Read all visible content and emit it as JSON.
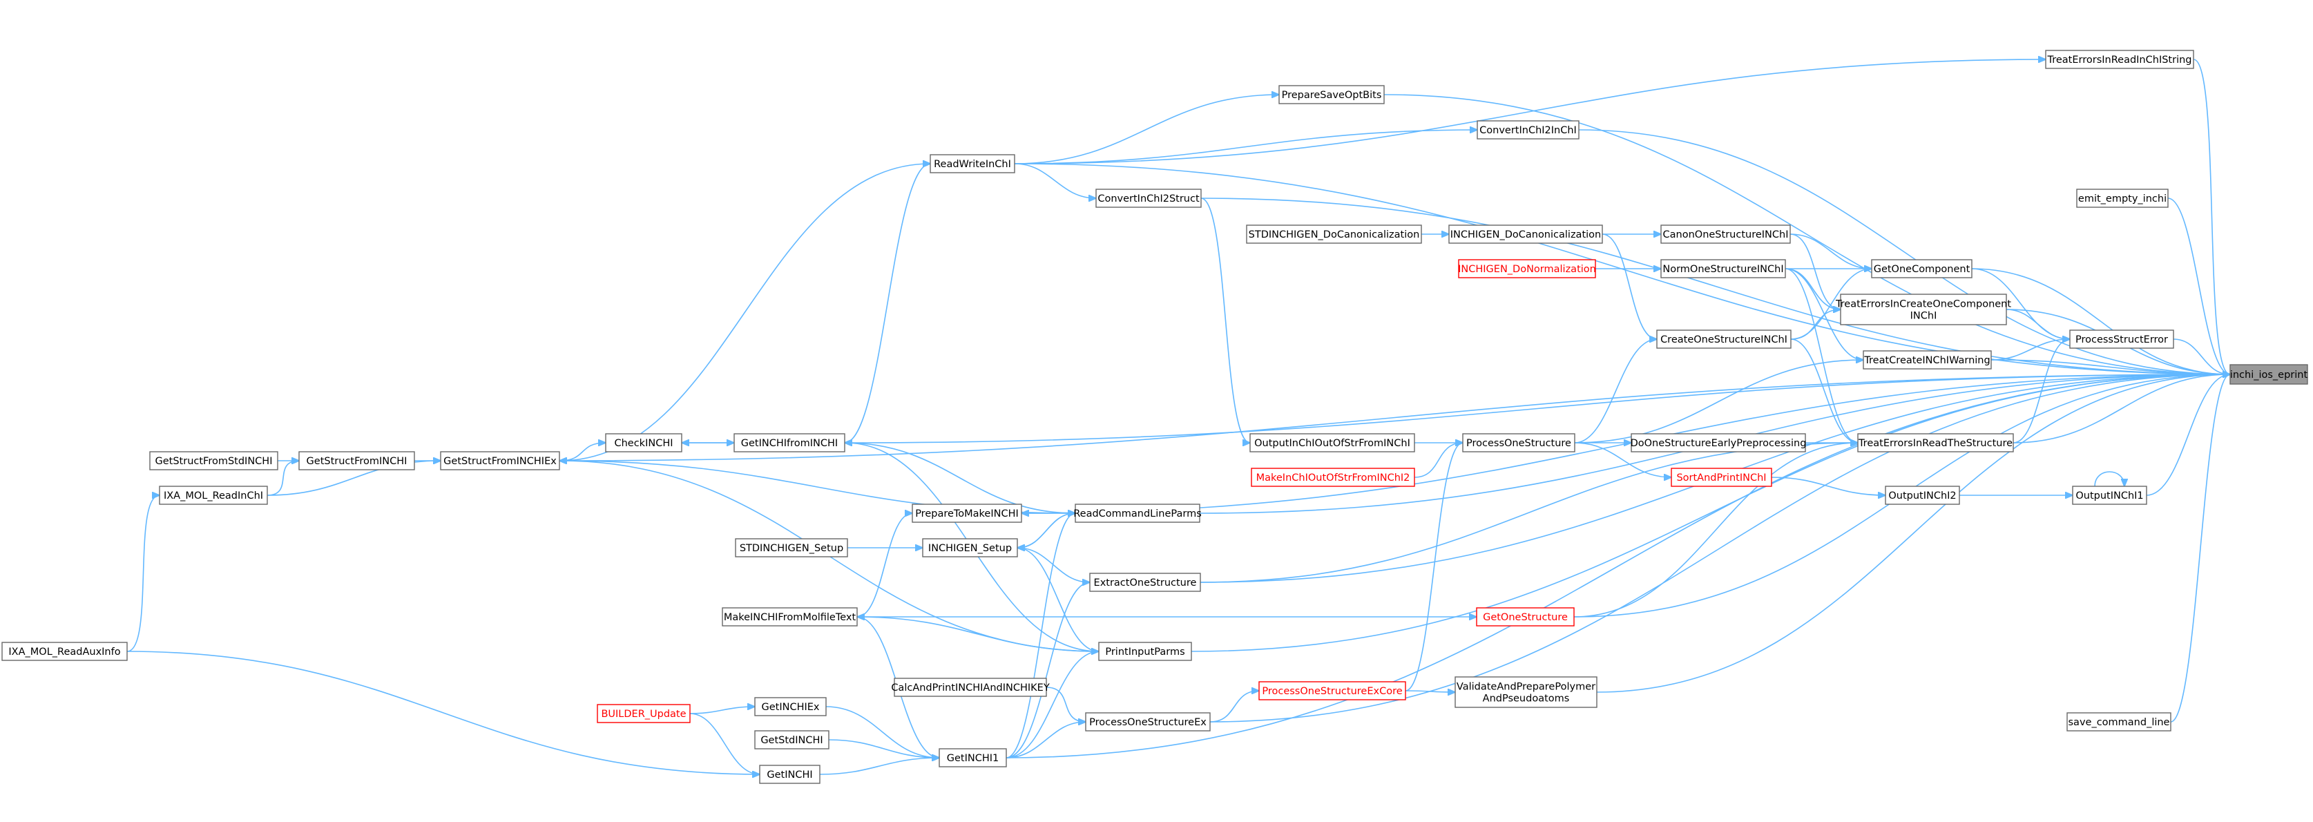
{
  "nodes": [
    {
      "id": "n_focus",
      "lines": [
        "inchi_ios_eprint"
      ],
      "style": "focus"
    },
    {
      "id": "n_treat_read_str",
      "lines": [
        "TreatErrorsInReadInChIString"
      ],
      "style": "normal"
    },
    {
      "id": "n_prep_save",
      "lines": [
        "PrepareSaveOptBits"
      ],
      "style": "normal"
    },
    {
      "id": "n_convert_inchi2inchi",
      "lines": [
        "ConvertInChI2InChI"
      ],
      "style": "normal"
    },
    {
      "id": "n_readwrite",
      "lines": [
        "ReadWriteInChI"
      ],
      "style": "normal"
    },
    {
      "id": "n_convert_inchi2struct",
      "lines": [
        "ConvertInChI2Struct"
      ],
      "style": "normal"
    },
    {
      "id": "n_emit_empty",
      "lines": [
        "emit_empty_inchi"
      ],
      "style": "normal"
    },
    {
      "id": "n_std_docanon",
      "lines": [
        "STDINCHIGEN_DoCanonicalization"
      ],
      "style": "normal"
    },
    {
      "id": "n_inchigen_docanon",
      "lines": [
        "INCHIGEN_DoCanonicalization"
      ],
      "style": "normal"
    },
    {
      "id": "n_canon_one",
      "lines": [
        "CanonOneStructureINChI"
      ],
      "style": "normal"
    },
    {
      "id": "n_inchigen_donorm",
      "lines": [
        "INCHIGEN_DoNormalization"
      ],
      "style": "red"
    },
    {
      "id": "n_norm_one",
      "lines": [
        "NormOneStructureINChI"
      ],
      "style": "normal"
    },
    {
      "id": "n_get_one_comp",
      "lines": [
        "GetOneComponent"
      ],
      "style": "normal"
    },
    {
      "id": "n_treat_create_comp",
      "lines": [
        "TreatErrorsInCreateOneComponent",
        "INChI"
      ],
      "style": "normal"
    },
    {
      "id": "n_create_one",
      "lines": [
        "CreateOneStructureINChI"
      ],
      "style": "normal"
    },
    {
      "id": "n_process_struct_err",
      "lines": [
        "ProcessStructError"
      ],
      "style": "normal"
    },
    {
      "id": "n_treat_create_warn",
      "lines": [
        "TreatCreateINChIWarning"
      ],
      "style": "normal"
    },
    {
      "id": "n_check_inchi",
      "lines": [
        "CheckINCHI"
      ],
      "style": "normal"
    },
    {
      "id": "n_get_inchi_from_inchi",
      "lines": [
        "GetINCHIfromINCHI"
      ],
      "style": "normal"
    },
    {
      "id": "n_get_struct_std",
      "lines": [
        "GetStructFromStdINCHI"
      ],
      "style": "normal"
    },
    {
      "id": "n_get_struct_inchi",
      "lines": [
        "GetStructFromINCHI"
      ],
      "style": "normal"
    },
    {
      "id": "n_get_struct_inchiex",
      "lines": [
        "GetStructFromINCHIEx"
      ],
      "style": "normal"
    },
    {
      "id": "n_ixa_read_inchi",
      "lines": [
        "IXA_MOL_ReadInChI"
      ],
      "style": "normal"
    },
    {
      "id": "n_output_out_of_str",
      "lines": [
        "OutputInChIOutOfStrFromINChI"
      ],
      "style": "normal"
    },
    {
      "id": "n_make_out_of_str2",
      "lines": [
        "MakeInChIOutOfStrFromINChI2"
      ],
      "style": "red"
    },
    {
      "id": "n_process_one",
      "lines": [
        "ProcessOneStructure"
      ],
      "style": "normal"
    },
    {
      "id": "n_do_one_early",
      "lines": [
        "DoOneStructureEarlyPreprocessing"
      ],
      "style": "normal"
    },
    {
      "id": "n_treat_read_struct",
      "lines": [
        "TreatErrorsInReadTheStructure"
      ],
      "style": "normal"
    },
    {
      "id": "n_sort_print",
      "lines": [
        "SortAndPrintINChI"
      ],
      "style": "red"
    },
    {
      "id": "n_output_inchi2",
      "lines": [
        "OutputINChI2"
      ],
      "style": "normal"
    },
    {
      "id": "n_output_inchi1",
      "lines": [
        "OutputINChI1"
      ],
      "style": "normal"
    },
    {
      "id": "n_prepare_make",
      "lines": [
        "PrepareToMakeINCHI"
      ],
      "style": "normal"
    },
    {
      "id": "n_read_cmd",
      "lines": [
        "ReadCommandLineParms"
      ],
      "style": "normal"
    },
    {
      "id": "n_std_setup",
      "lines": [
        "STDINCHIGEN_Setup"
      ],
      "style": "normal"
    },
    {
      "id": "n_inchigen_setup",
      "lines": [
        "INCHIGEN_Setup"
      ],
      "style": "normal"
    },
    {
      "id": "n_extract_one",
      "lines": [
        "ExtractOneStructure"
      ],
      "style": "normal"
    },
    {
      "id": "n_make_from_molfile",
      "lines": [
        "MakeINCHIFromMolfileText"
      ],
      "style": "normal"
    },
    {
      "id": "n_get_one_struct",
      "lines": [
        "GetOneStructure"
      ],
      "style": "red"
    },
    {
      "id": "n_ixa_read_aux",
      "lines": [
        "IXA_MOL_ReadAuxInfo"
      ],
      "style": "normal"
    },
    {
      "id": "n_print_input",
      "lines": [
        "PrintInputParms"
      ],
      "style": "normal"
    },
    {
      "id": "n_calc_print",
      "lines": [
        "CalcAndPrintINCHIAndINCHIKEY"
      ],
      "style": "normal"
    },
    {
      "id": "n_process_one_excore",
      "lines": [
        "ProcessOneStructureExCore"
      ],
      "style": "red"
    },
    {
      "id": "n_validate_polymer",
      "lines": [
        "ValidateAndPreparePolymer",
        "AndPseudoatoms"
      ],
      "style": "normal"
    },
    {
      "id": "n_get_inchiex",
      "lines": [
        "GetINCHIEx"
      ],
      "style": "normal"
    },
    {
      "id": "n_builder_update",
      "lines": [
        "BUILDER_Update"
      ],
      "style": "red"
    },
    {
      "id": "n_process_one_ex",
      "lines": [
        "ProcessOneStructureEx"
      ],
      "style": "normal"
    },
    {
      "id": "n_save_cmd",
      "lines": [
        "save_command_line"
      ],
      "style": "normal"
    },
    {
      "id": "n_get_std_inchi",
      "lines": [
        "GetStdINCHI"
      ],
      "style": "normal"
    },
    {
      "id": "n_get_inchi1",
      "lines": [
        "GetINCHI1"
      ],
      "style": "normal"
    },
    {
      "id": "n_get_inchi",
      "lines": [
        "GetINCHI"
      ],
      "style": "normal"
    }
  ],
  "edges": [
    [
      "n_treat_read_str",
      "n_focus"
    ],
    [
      "n_prep_save",
      "n_focus"
    ],
    [
      "n_convert_inchi2inchi",
      "n_focus"
    ],
    [
      "n_readwrite",
      "n_focus"
    ],
    [
      "n_convert_inchi2struct",
      "n_focus"
    ],
    [
      "n_emit_empty",
      "n_focus"
    ],
    [
      "n_get_one_comp",
      "n_focus"
    ],
    [
      "n_treat_create_comp",
      "n_focus"
    ],
    [
      "n_process_struct_err",
      "n_focus"
    ],
    [
      "n_treat_create_warn",
      "n_focus"
    ],
    [
      "n_get_inchi_from_inchi",
      "n_focus"
    ],
    [
      "n_get_struct_inchiex",
      "n_focus"
    ],
    [
      "n_treat_read_struct",
      "n_focus"
    ],
    [
      "n_output_inchi1",
      "n_focus"
    ],
    [
      "n_read_cmd",
      "n_focus"
    ],
    [
      "n_extract_one",
      "n_focus"
    ],
    [
      "n_get_one_struct",
      "n_focus"
    ],
    [
      "n_print_input",
      "n_focus"
    ],
    [
      "n_validate_polymer",
      "n_focus"
    ],
    [
      "n_save_cmd",
      "n_focus"
    ],
    [
      "n_process_one_ex",
      "n_focus"
    ],
    [
      "n_get_inchi1",
      "n_focus"
    ],
    [
      "n_readwrite",
      "n_treat_read_str"
    ],
    [
      "n_readwrite",
      "n_prep_save"
    ],
    [
      "n_readwrite",
      "n_convert_inchi2inchi"
    ],
    [
      "n_readwrite",
      "n_convert_inchi2struct"
    ],
    [
      "n_convert_inchi2struct",
      "n_output_out_of_str"
    ],
    [
      "n_std_docanon",
      "n_inchigen_docanon"
    ],
    [
      "n_inchigen_docanon",
      "n_canon_one"
    ],
    [
      "n_inchigen_docanon",
      "n_create_one"
    ],
    [
      "n_inchigen_donorm",
      "n_norm_one"
    ],
    [
      "n_canon_one",
      "n_get_one_comp"
    ],
    [
      "n_canon_one",
      "n_treat_create_comp"
    ],
    [
      "n_norm_one",
      "n_get_one_comp"
    ],
    [
      "n_norm_one",
      "n_treat_create_comp"
    ],
    [
      "n_norm_one",
      "n_treat_create_warn"
    ],
    [
      "n_norm_one",
      "n_treat_read_struct"
    ],
    [
      "n_create_one",
      "n_get_one_comp"
    ],
    [
      "n_create_one",
      "n_treat_create_comp"
    ],
    [
      "n_create_one",
      "n_treat_read_struct"
    ],
    [
      "n_get_one_comp",
      "n_process_struct_err"
    ],
    [
      "n_treat_create_comp",
      "n_process_struct_err"
    ],
    [
      "n_treat_create_warn",
      "n_process_struct_err"
    ],
    [
      "n_treat_read_struct",
      "n_process_struct_err"
    ],
    [
      "n_get_inchi_from_inchi",
      "n_check_inchi"
    ],
    [
      "n_check_inchi",
      "n_get_inchi_from_inchi"
    ],
    [
      "n_get_struct_inchiex",
      "n_check_inchi"
    ],
    [
      "n_get_inchi_from_inchi",
      "n_readwrite"
    ],
    [
      "n_get_struct_inchiex",
      "n_readwrite"
    ],
    [
      "n_get_struct_std",
      "n_get_struct_inchi"
    ],
    [
      "n_get_struct_inchi",
      "n_get_struct_inchiex"
    ],
    [
      "n_ixa_read_inchi",
      "n_get_struct_inchi"
    ],
    [
      "n_ixa_read_inchi",
      "n_get_struct_inchiex"
    ],
    [
      "n_ixa_read_aux",
      "n_ixa_read_inchi"
    ],
    [
      "n_output_out_of_str",
      "n_process_one"
    ],
    [
      "n_make_out_of_str2",
      "n_process_one"
    ],
    [
      "n_process_one",
      "n_create_one"
    ],
    [
      "n_process_one",
      "n_treat_create_warn"
    ],
    [
      "n_process_one",
      "n_do_one_early"
    ],
    [
      "n_process_one",
      "n_sort_print"
    ],
    [
      "n_do_one_early",
      "n_treat_read_struct"
    ],
    [
      "n_sort_print",
      "n_output_inchi2"
    ],
    [
      "n_output_inchi2",
      "n_output_inchi1"
    ],
    [
      "n_output_inchi1",
      "n_output_inchi1"
    ],
    [
      "n_read_cmd",
      "n_get_struct_inchiex"
    ],
    [
      "n_read_cmd",
      "n_get_inchi_from_inchi"
    ],
    [
      "n_read_cmd",
      "n_prepare_make"
    ],
    [
      "n_read_cmd",
      "n_inchigen_setup"
    ],
    [
      "n_std_setup",
      "n_inchigen_setup"
    ],
    [
      "n_inchigen_setup",
      "n_read_cmd"
    ],
    [
      "n_prepare_make",
      "n_focus"
    ],
    [
      "n_make_from_molfile",
      "n_prepare_make"
    ],
    [
      "n_make_from_molfile",
      "n_get_one_struct"
    ],
    [
      "n_extract_one",
      "n_inchigen_setup"
    ],
    [
      "n_extract_one",
      "n_treat_read_struct"
    ],
    [
      "n_get_one_struct",
      "n_treat_read_struct"
    ],
    [
      "n_print_input",
      "n_inchigen_setup"
    ],
    [
      "n_print_input",
      "n_get_inchi_from_inchi"
    ],
    [
      "n_print_input",
      "n_get_struct_inchiex"
    ],
    [
      "n_print_input",
      "n_make_from_molfile"
    ],
    [
      "n_process_one_excore",
      "n_process_one"
    ],
    [
      "n_process_one_excore",
      "n_validate_polymer"
    ],
    [
      "n_process_one_ex",
      "n_process_one_excore"
    ],
    [
      "n_calc_print",
      "n_process_one_ex"
    ],
    [
      "n_get_inchi1",
      "n_read_cmd"
    ],
    [
      "n_get_inchi1",
      "n_extract_one"
    ],
    [
      "n_get_inchi1",
      "n_print_input"
    ],
    [
      "n_get_inchi1",
      "n_process_one_ex"
    ],
    [
      "n_get_inchiex",
      "n_get_inchi1"
    ],
    [
      "n_get_std_inchi",
      "n_get_inchi1"
    ],
    [
      "n_get_inchi",
      "n_get_inchi1"
    ],
    [
      "n_builder_update",
      "n_get_inchiex"
    ],
    [
      "n_builder_update",
      "n_get_inchi"
    ],
    [
      "n_ixa_read_aux",
      "n_get_inchi"
    ],
    [
      "n_make_from_molfile",
      "n_get_inchi1"
    ]
  ]
}
